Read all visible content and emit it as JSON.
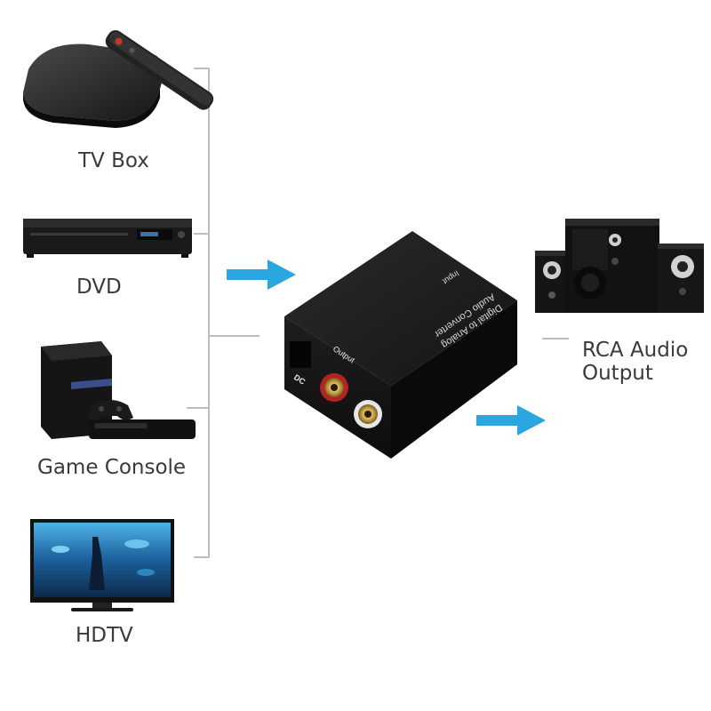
{
  "sources": [
    {
      "label": "TV Box",
      "icon": "tv-box-icon"
    },
    {
      "label": "DVD",
      "icon": "dvd-player-icon"
    },
    {
      "label": "Game Console",
      "icon": "game-console-icon"
    },
    {
      "label": "HDTV",
      "icon": "hdtv-icon"
    }
  ],
  "converter": {
    "top_line1": "Digital to Analog",
    "top_line2": "Audio Converter",
    "input_label": "Input",
    "output_label": "Output",
    "dc_label": "DC"
  },
  "output": {
    "label_line1": "RCA Audio",
    "label_line2": "Output",
    "icon": "speaker-system-icon"
  },
  "colors": {
    "arrow": "#2aa6e0",
    "line": "#bdbdbd",
    "device": "#1e1e1e",
    "text": "#3a3a3a"
  }
}
